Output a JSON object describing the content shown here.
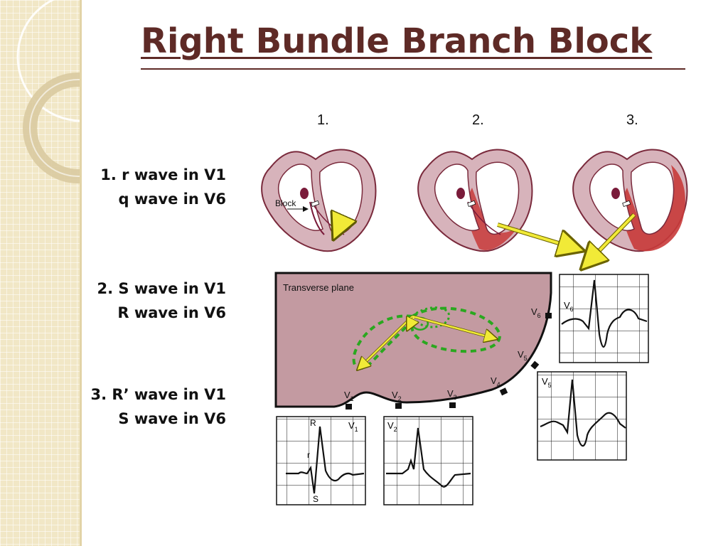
{
  "slide": {
    "title": "Right Bundle Branch Block",
    "column_labels": [
      "1.",
      "2.",
      "3."
    ],
    "steps": [
      {
        "line1": "1. r wave in V1",
        "line2": "q wave in V6"
      },
      {
        "line1": "2. S wave in V1",
        "line2": "R wave in V6"
      },
      {
        "line1": "3. R’ wave in V1",
        "line2": "S wave in V6"
      }
    ],
    "block_label": "Block",
    "plane_label": "Transverse plane",
    "leads": {
      "v1": {
        "main": "V",
        "sub": "1"
      },
      "v2": {
        "main": "V",
        "sub": "2"
      },
      "v3": {
        "main": "V",
        "sub": "3"
      },
      "v4": {
        "main": "V",
        "sub": "4"
      },
      "v5": {
        "main": "V",
        "sub": "5"
      },
      "v6": {
        "main": "V",
        "sub": "6"
      }
    },
    "wave_labels": {
      "R": "R",
      "r": "r",
      "S": "S"
    },
    "colors": {
      "title": "#5e2a26",
      "heart_wall": "#d7b3bb",
      "depolarized": "#c83a3a",
      "torso": "#c39aa1",
      "vector_loop": "#2aa81f",
      "arrow": "#f1ea37"
    }
  }
}
